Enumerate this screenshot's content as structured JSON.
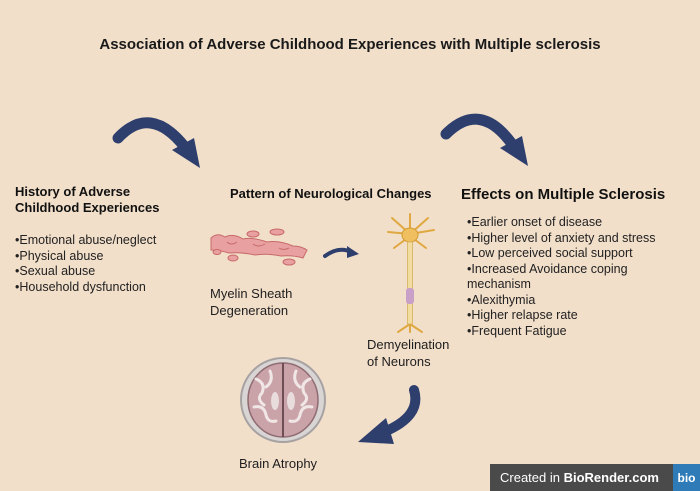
{
  "title": "Association of Adverse Childhood Experiences with Multiple sclerosis",
  "history": {
    "heading_line1": "History of Adverse",
    "heading_line2": "Childhood Experiences",
    "items": [
      "Emotional abuse/neglect",
      "Physical abuse",
      "Sexual abuse",
      "Household dysfunction"
    ]
  },
  "pattern": {
    "heading": "Pattern of Neurological Changes",
    "myelin_label_line1": "Myelin Sheath",
    "myelin_label_line2": "Degeneration",
    "demyelination_label_line1": "Demyelination",
    "demyelination_label_line2": "of Neurons"
  },
  "effects": {
    "heading": "Effects on Multiple Sclerosis",
    "items": [
      "Earlier onset of disease",
      "Higher level of anxiety and stress",
      "Low perceived social support",
      "Increased Avoidance coping mechanism",
      "Alexithymia",
      "Higher relapse rate",
      "Frequent Fatigue"
    ]
  },
  "brain": {
    "label": "Brain Atrophy"
  },
  "credit": {
    "prefix": "Created in ",
    "brand": "BioRender.com",
    "logo": "bio"
  },
  "colors": {
    "background": "#f2dfca",
    "arrow": "#2e3f6e",
    "myelin": "#e8a0a0",
    "neuron": "#f0c060",
    "brain": "#c9a3a8"
  },
  "icons": [
    "curved-arrow-icon",
    "myelin-fragments-icon",
    "neuron-icon",
    "brain-icon",
    "small-arrow-icon"
  ]
}
